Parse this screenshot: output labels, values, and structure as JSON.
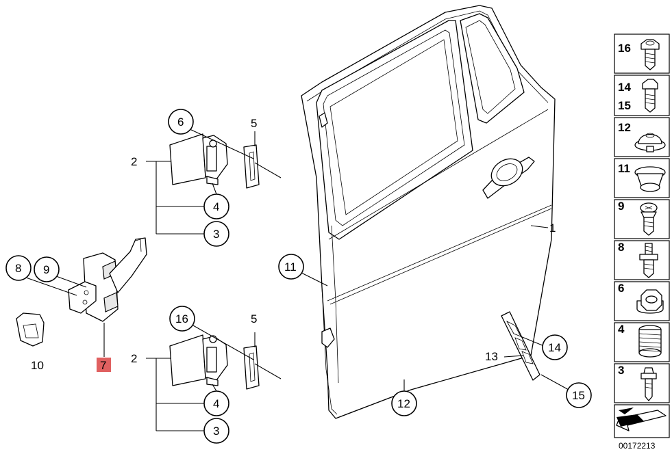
{
  "callouts": {
    "door": "1",
    "hinge_a": "2",
    "hinge_a_sub1": "4",
    "hinge_a_sub2": "3",
    "hinge_a_top": "6",
    "shim_a": "5",
    "hinge_b": "2",
    "hinge_b_sub1": "4",
    "hinge_b_sub2": "3",
    "hinge_b_top": "16",
    "shim_b": "5",
    "check_bolt_a": "8",
    "check_bolt_b": "9",
    "check_strap": "7",
    "plug": "10",
    "door_seal_upper": "11",
    "door_seal_lower": "12",
    "trim_strip": "13",
    "clip_a": "14",
    "clip_b": "15"
  },
  "legend": {
    "rows": [
      {
        "numbers": [
          "16"
        ],
        "icon": "torx-bolt-icon"
      },
      {
        "numbers": [
          "14",
          "15"
        ],
        "icon": "bolt-icon"
      },
      {
        "numbers": [
          "12"
        ],
        "icon": "grommet-icon"
      },
      {
        "numbers": [
          "11"
        ],
        "icon": "plug-icon"
      },
      {
        "numbers": [
          "9"
        ],
        "icon": "torx-screw-icon"
      },
      {
        "numbers": [
          "8"
        ],
        "icon": "stud-bolt-icon"
      },
      {
        "numbers": [
          "6"
        ],
        "icon": "hex-nut-icon"
      },
      {
        "numbers": [
          "4"
        ],
        "icon": "threaded-insert-icon"
      },
      {
        "numbers": [
          "3"
        ],
        "icon": "hinge-pin-icon"
      }
    ],
    "arrow_icon": "direction-arrow-icon"
  },
  "diagram_code": "00172213",
  "highlight_color": "#e06060"
}
